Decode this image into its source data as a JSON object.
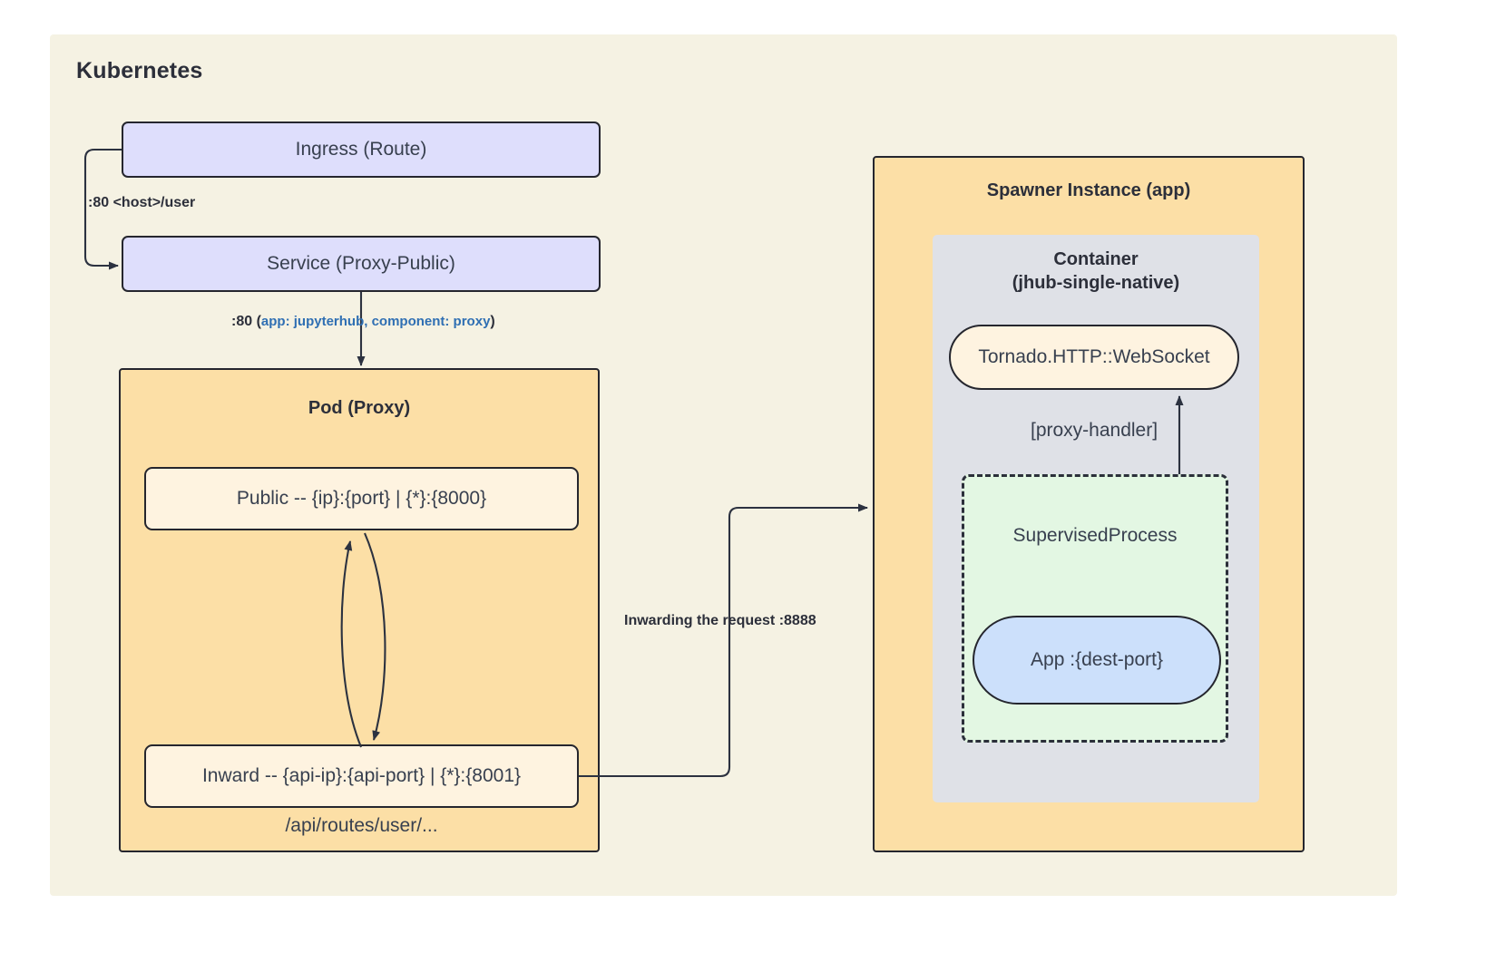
{
  "diagram": {
    "type": "architecture-flow",
    "outer_group": {
      "title": "Kubernetes"
    },
    "nodes": {
      "ingress": {
        "label": "Ingress (Route)",
        "shape": "rect",
        "fill": "#dedefc"
      },
      "service": {
        "label": "Service (Proxy-Public)",
        "shape": "rect",
        "fill": "#dedefc"
      },
      "pod_group": {
        "title": "Pod (Proxy)",
        "fill": "#fcdfa6"
      },
      "public": {
        "label": "Public -- {ip}:{port} | {*}:{8000}",
        "shape": "rect",
        "fill": "#fef3e0"
      },
      "inward": {
        "label": "Inward -- {api-ip}:{api-port} | {*}:{8001}",
        "shape": "rect",
        "fill": "#fef3e0"
      },
      "api_routes": {
        "label": "/api/routes/user/..."
      },
      "spawner_group": {
        "title": "Spawner Instance (app)",
        "fill": "#fcdfa6"
      },
      "container_group": {
        "title_line1": "Container",
        "title_line2": "(jhub-single-native)",
        "fill": "#dfe1e7"
      },
      "tornado": {
        "label": "Tornado.HTTP::WebSocket",
        "shape": "stadium",
        "fill": "#fef3e0"
      },
      "supervised_group": {
        "title": "SupervisedProcess",
        "fill": "#e3f7e3",
        "border": "dashed"
      },
      "app": {
        "label": "App :{dest-port}",
        "shape": "stadium",
        "fill": "#cce0fb"
      }
    },
    "edges": [
      {
        "id": "ingress-to-service",
        "from": "ingress",
        "to": "service",
        "label": ":80 <host>/user",
        "label_bold": true
      },
      {
        "id": "service-to-pod",
        "from": "service",
        "to": "pod_group",
        "label_bold_part": ":80 (",
        "label_dim_part": "app: jupyterhub, component: proxy",
        "label_bold_tail": ")"
      },
      {
        "id": "public-inward-down",
        "from": "public",
        "to": "inward",
        "label": ""
      },
      {
        "id": "inward-public-up",
        "from": "inward",
        "to": "public",
        "label": ""
      },
      {
        "id": "inward-to-spawner",
        "from": "inward",
        "to": "spawner_group",
        "label": "Inwarding the request :8888",
        "label_bold": true
      },
      {
        "id": "supervised-to-tornado",
        "from": "supervised_group",
        "to": "tornado",
        "label": "[proxy-handler]",
        "label_bold": false
      }
    ],
    "colors": {
      "background": "#f5f2e3",
      "lavender": "#dedefc",
      "orange": "#fcdfa6",
      "cream_box": "#fef3e0",
      "grey": "#dfe1e7",
      "green": "#e3f7e3",
      "blue": "#cce0fb",
      "stroke": "#2c3240",
      "text": "#38404f",
      "accent_dim_text": "#2f6fb3"
    }
  }
}
